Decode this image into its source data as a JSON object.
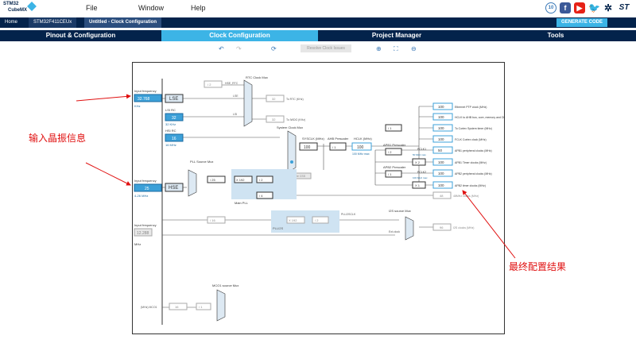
{
  "app": {
    "logo_line1": "STM32",
    "logo_line2": "CubeMX"
  },
  "menu": {
    "file": "File",
    "window": "Window",
    "help": "Help"
  },
  "breadcrumb": {
    "home": "Home",
    "device": "STM32F411CEUx",
    "project": "Untitled - Clock Configuration"
  },
  "generate_button": "GENERATE CODE",
  "tabs": [
    {
      "label": "Pinout & Configuration"
    },
    {
      "label": "Clock Configuration"
    },
    {
      "label": "Project Manager"
    },
    {
      "label": "Tools"
    }
  ],
  "toolbar": {
    "resolve_label": "Resolve Clock Issues"
  },
  "clock": {
    "input_freq_label": "Input frequency",
    "lse_value": "32.768",
    "lse_range": "KHz",
    "lse_label": "LSE",
    "lsi_rc_label": "LSI RC",
    "lsi_value": "32",
    "lsi_unit": "32 KHz",
    "hsi_rc_label": "HSI RC",
    "hsi_value": "16",
    "hsi_unit": "16 MHz",
    "hse_input_label": "Input frequency",
    "hse_value": "25",
    "hse_range": "4-26 MHz",
    "hse_label": "HSE",
    "i2s_input_label": "Input frequency",
    "i2s_value": "12.288",
    "i2s_unit": "MHz",
    "rtc_mux_label": "RTC Clock Mux",
    "hse_rtc_div": "/ 2",
    "hse_rtc_label": "HSE_RTC",
    "lse_mux": "LSE",
    "lsi_mux": "LSI",
    "to_rtc_val": "32",
    "to_rtc_label": "To RTC (KHz)",
    "to_iwdg_val": "32",
    "to_iwdg_label": "To IWDG (KHz)",
    "sys_mux_label": "System Clock Mux",
    "pll_src_mux_label": "PLL Source Mux",
    "pllm": "/ 25",
    "plln": "X 192",
    "pllp": "/ 2",
    "pllq": "/ 4",
    "main_pll_label": "Main PLL",
    "sysclk_label": "SYSCLK (MHz)",
    "sysclk_value": "100",
    "ahb_prescaler_label": "AHB Prescaler",
    "ahb_div": "/ 1",
    "hclk_label": "HCLK (MHz)",
    "hclk_value": "100",
    "hclk_max": "100 MHz max",
    "enable_css": "Enable CSS",
    "apb1_prescaler_label": "APB1 Prescaler",
    "apb1_div": "/ 2",
    "pclk1_label": "PCLK1",
    "pclk1_max": "50 MHz max",
    "apb2_prescaler_label": "APB2 Prescaler",
    "apb2_div": "/ 1",
    "pclk2_label": "PCLK2",
    "pclk2_max": "100 MHz max",
    "x2_label": "X 2",
    "x1_label": "X 1",
    "cortex_div": "/ 1",
    "i2s_mux_label": "I2S source Mux",
    "plli2s_label": "PLLI2S",
    "plli2sclk": "PLLI2SCLK",
    "plli2sm": "/ 16",
    "plli2sn": "X 192",
    "plli2sr": "/ 2",
    "ext_clock": "Ext.clock",
    "i2s_out": "96",
    "i2s_out_label": "I2S clocks (MHz)",
    "usb_out": "48",
    "usb_label": "48MHz clocks (MHz)",
    "mco1_mux_label": "MCO1 source Mux",
    "mco1_div": "/ 1",
    "mco1_val": "16",
    "mco1_label": "(MHz) MCO1",
    "outputs": [
      {
        "value": "100",
        "label": "Ethernet PTP clock (MHz)"
      },
      {
        "value": "100",
        "label": "HCLK to AHB bus, core, memory and DMA (MHz)"
      },
      {
        "value": "100",
        "label": "To Cortex System timer (MHz)"
      },
      {
        "value": "100",
        "label": "FCLK Cortex clock (MHz)"
      },
      {
        "value": "50",
        "label": "APB1 peripheral clocks (MHz)"
      },
      {
        "value": "100",
        "label": "APB1 Timer clocks (MHz)"
      },
      {
        "value": "100",
        "label": "APB2 peripheral clocks (MHz)"
      },
      {
        "value": "100",
        "label": "APB2 timer clocks (MHz)"
      }
    ]
  },
  "annotations": {
    "left": "输入晶振信息",
    "right": "最终配置结果"
  }
}
